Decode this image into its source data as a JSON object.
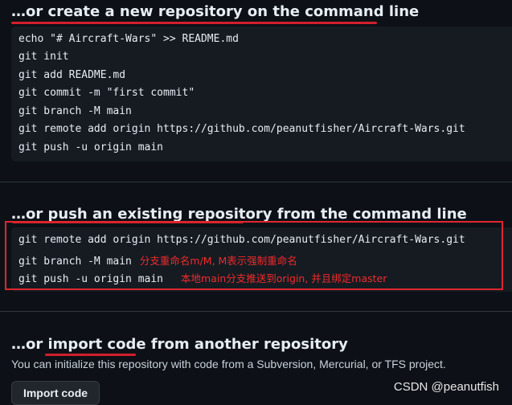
{
  "section_new": {
    "title": "…or create a new repository on the command line",
    "lines": [
      "echo \"# Aircraft-Wars\" >> README.md",
      "git init",
      "git add README.md",
      "git commit -m \"first commit\"",
      "git branch -M main",
      "git remote add origin https://github.com/peanutfisher/Aircraft-Wars.git",
      "git push -u origin main"
    ]
  },
  "section_push": {
    "title": "…or push an existing repository from the command line",
    "lines": [
      "git remote add origin https://github.com/peanutfisher/Aircraft-Wars.git",
      "git branch -M main",
      "git push -u origin main"
    ],
    "annotations": {
      "branch": "分支重命名m/M, M表示强制重命名",
      "push": "本地main分支推送到origin, 并且绑定master"
    }
  },
  "section_import": {
    "title": "…or import code from another repository",
    "description": "You can initialize this repository with code from a Subversion, Mercurial, or TFS project.",
    "button_label": "Import code"
  },
  "watermark": "CSDN @peanutfish",
  "colors": {
    "background": "#0d1117",
    "code_background": "#161b22",
    "annotation_red": "#e0262e"
  }
}
